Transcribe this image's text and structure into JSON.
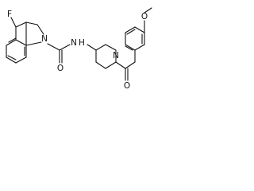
{
  "molecule": {
    "atoms": {
      "fluorine": "F",
      "indoline_nitrogen": "N",
      "amide_nitrogen": "N",
      "amide_hydrogen": "H",
      "amide_oxygen": "O",
      "piperidine_nitrogen": "N",
      "ketone_oxygen": "O",
      "methoxy_oxygen": "O"
    }
  }
}
